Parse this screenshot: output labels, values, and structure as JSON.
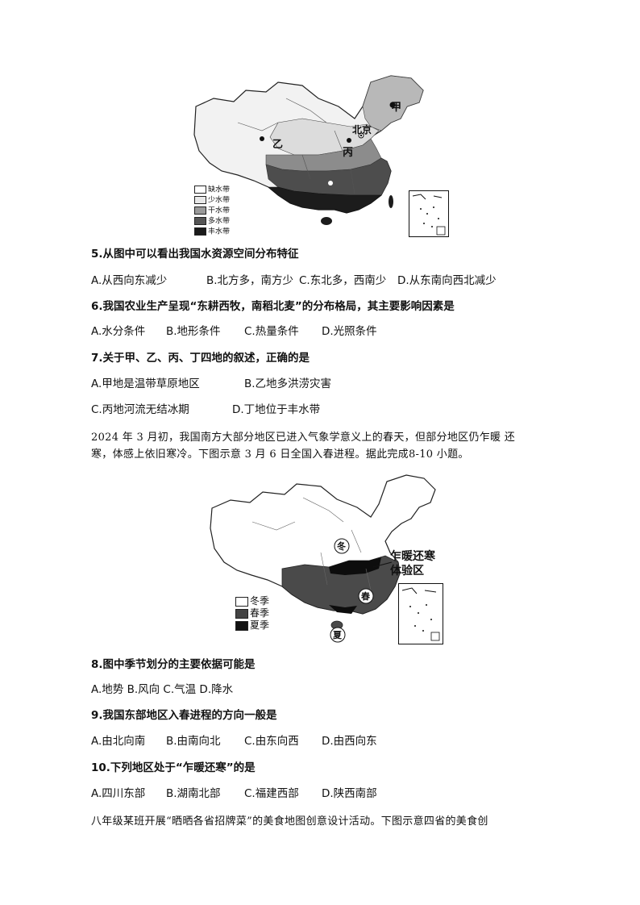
{
  "map1": {
    "legend": [
      "缺水带",
      "少水带",
      "干水带",
      "多水带",
      "丰水带"
    ],
    "legend_colors": [
      "#ffffff",
      "#e8e8e8",
      "#9a9a9a",
      "#555555",
      "#1a1a1a"
    ],
    "labels": {
      "jia": "甲",
      "yi": "乙",
      "bing": "丙",
      "beijing": "北京"
    }
  },
  "q5": {
    "stem": "5.从图中可以看出我国水资源空间分布特征",
    "a": "A.从西向东减少",
    "b": "B.北方多，南方少",
    "c": "C.东北多，西南少",
    "d": "D.从东南向西北减少"
  },
  "q6": {
    "stem": "6.我国农业生产呈现“东耕西牧，南稻北麦”的分布格局，其主要影响因素是",
    "a": "A.水分条件",
    "b": "B.地形条件",
    "c": "C.热量条件",
    "d": "D.光照条件"
  },
  "q7": {
    "stem": "7.关于甲、乙、丙、丁四地的叙述，正确的是",
    "a": "A.甲地是温带草原地区",
    "b": "B.乙地多洪涝灾害",
    "c": "C.丙地河流无结冰期",
    "d": "D.丁地位于丰水带"
  },
  "passage1": {
    "line1": "2024 年 3 月初，我国南方大部分地区已进入气象学意义上的春天，但部分地区仍乍暖 还",
    "line2": "寒，体感上依旧寒冷。下图示意 3 月 6 日全国入春进程。据此完成8-10 小题。"
  },
  "map2": {
    "legend": [
      "冬季",
      "春季",
      "夏季"
    ],
    "legend_colors": [
      "#ffffff",
      "#444444",
      "#111111"
    ],
    "labels": {
      "dong": "冬",
      "chun": "春",
      "xia": "夏",
      "callout": "乍暖还寒\n体验区"
    },
    "callout_line1": "乍暖还寒",
    "callout_line2": "体验区"
  },
  "q8": {
    "stem": "8.图中季节划分的主要依据可能是",
    "opts": "A.地势 B.风向 C.气温 D.降水"
  },
  "q9": {
    "stem": "9.我国东部地区入春进程的方向一般是",
    "a": "A.由北向南",
    "b": "B.由南向北",
    "c": "C.由东向西",
    "d": "D.由西向东"
  },
  "q10": {
    "stem": "10.下列地区处于“乍暖还寒”的是",
    "a": "A.四川东部",
    "b": "B.湖南北部",
    "c": "C.福建西部",
    "d": "D.陕西南部"
  },
  "passage2": {
    "line1": "八年级某班开展“晒晒各省招牌菜”的美食地图创意设计活动。下图示意四省的美食创"
  }
}
